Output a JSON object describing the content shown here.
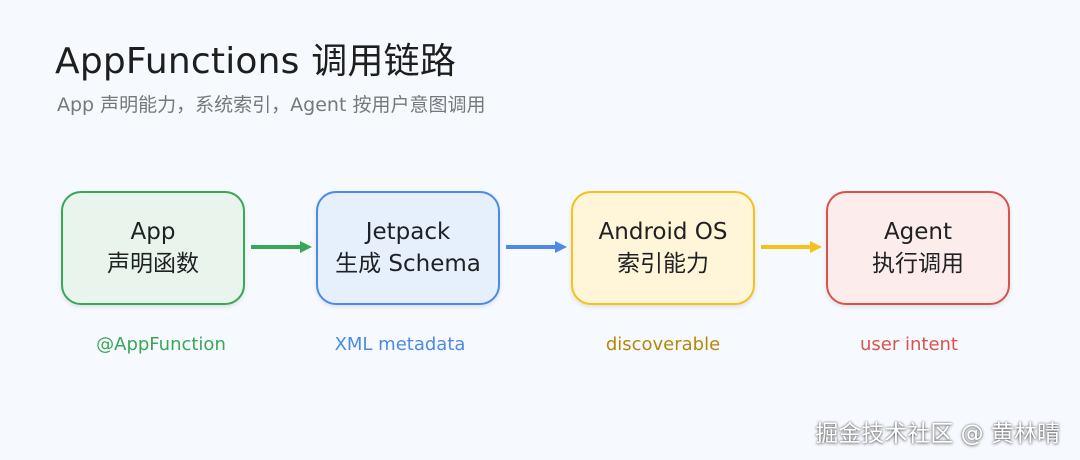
{
  "title": "AppFunctions 调用链路",
  "subtitle": "App 声明能力，系统索引，Agent 按用户意图调用",
  "steps": [
    {
      "line1": "App",
      "line2": "声明函数",
      "caption": "@AppFunction",
      "color": "#3aa757"
    },
    {
      "line1": "Jetpack",
      "line2": "生成 Schema",
      "caption": "XML metadata",
      "color": "#4d8ae8"
    },
    {
      "line1": "Android OS",
      "line2": "索引能力",
      "caption": "discoverable",
      "color": "#f4c21b"
    },
    {
      "line1": "Agent",
      "line2": "执行调用",
      "caption": "user intent",
      "color": "#d9534a"
    }
  ],
  "arrows": [
    {
      "from": "App",
      "to": "Jetpack",
      "color": "#3aa757"
    },
    {
      "from": "Jetpack",
      "to": "Android OS",
      "color": "#4d8ae8"
    },
    {
      "from": "Android OS",
      "to": "Agent",
      "color": "#f4c21b"
    }
  ],
  "watermark": "掘金技术社区 @ 黄林晴"
}
